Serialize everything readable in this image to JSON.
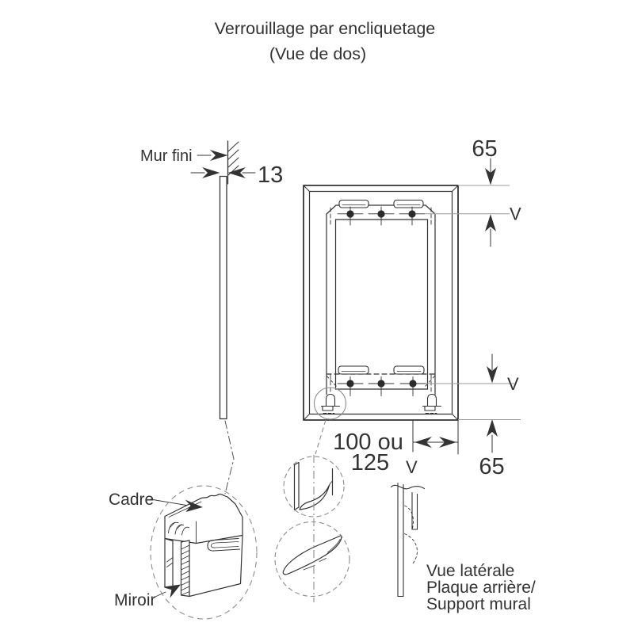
{
  "title": {
    "line1": "Verrouillage par encliquetage",
    "line2": "(Vue de dos)"
  },
  "labels": {
    "wall": "Mur fini",
    "frame": "Cadre",
    "mirror": "Miroir"
  },
  "dims": {
    "thickness": "13",
    "top_offset": "65",
    "bottom_offset": "65",
    "spacing_line1": "100 ou",
    "spacing_line2": "125",
    "v_top": "V",
    "v_bottom": "V",
    "v_center": "V"
  },
  "caption": {
    "line1": "Vue latérale",
    "line2": "Plaque arrière/",
    "line3": "Support mural"
  },
  "colors": {
    "ink": "#333333",
    "extension": "#9b9b9b",
    "detail": "#8c8c8c",
    "hidden": "#555555"
  }
}
